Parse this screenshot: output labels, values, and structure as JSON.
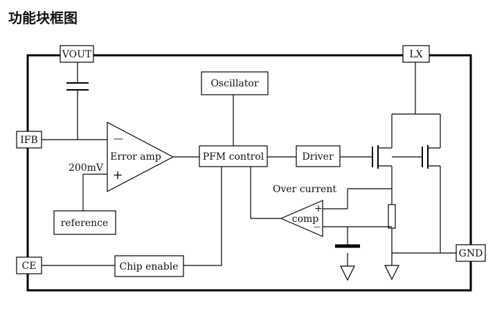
{
  "title": "功能块框图",
  "pins": {
    "vout": "VOUT",
    "lx": "LX",
    "ifb": "IFB",
    "ce": "CE",
    "gnd": "GND"
  },
  "blocks": {
    "oscillator": "Oscillator",
    "error_amp": "Error amp",
    "pfm_control": "PFM control",
    "driver": "Driver",
    "reference": "reference",
    "chip_enable": "Chip enable",
    "comp": "comp"
  },
  "labels": {
    "ref_voltage": "200mV",
    "over_current": "Over current"
  },
  "signs": {
    "minus": "—",
    "plus": "+",
    "comp_plus": "+",
    "comp_minus": "—"
  },
  "colors": {
    "line": "#000000",
    "background": "#ffffff"
  }
}
